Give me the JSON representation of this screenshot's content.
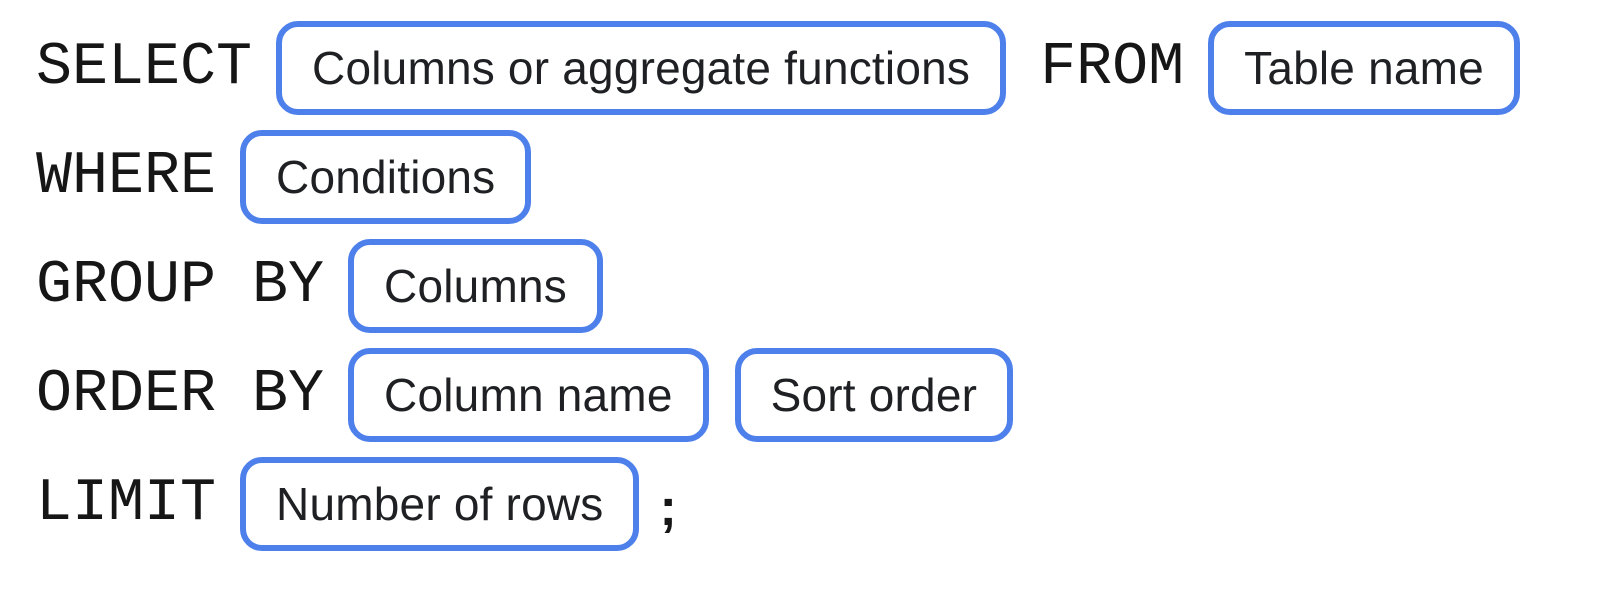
{
  "diagram": {
    "description": "SQL query syntax diagram with keywords and placeholder pills",
    "accent_border_color": "#4e80ec",
    "keyword_text_color": "#161616",
    "pill_text_color": "#1f2023",
    "background_color": "#ffffff",
    "rows": [
      {
        "keyword": "SELECT",
        "pill": "Columns or aggregate functions",
        "keyword2": "FROM",
        "pill2": "Table name"
      },
      {
        "keyword": "WHERE",
        "pill": "Conditions"
      },
      {
        "keyword": "GROUP BY",
        "pill": "Columns"
      },
      {
        "keyword": "ORDER BY",
        "pill": "Column name",
        "pill2": "Sort order"
      },
      {
        "keyword": "LIMIT",
        "pill": "Number of rows",
        "punctuation": ";"
      }
    ]
  }
}
